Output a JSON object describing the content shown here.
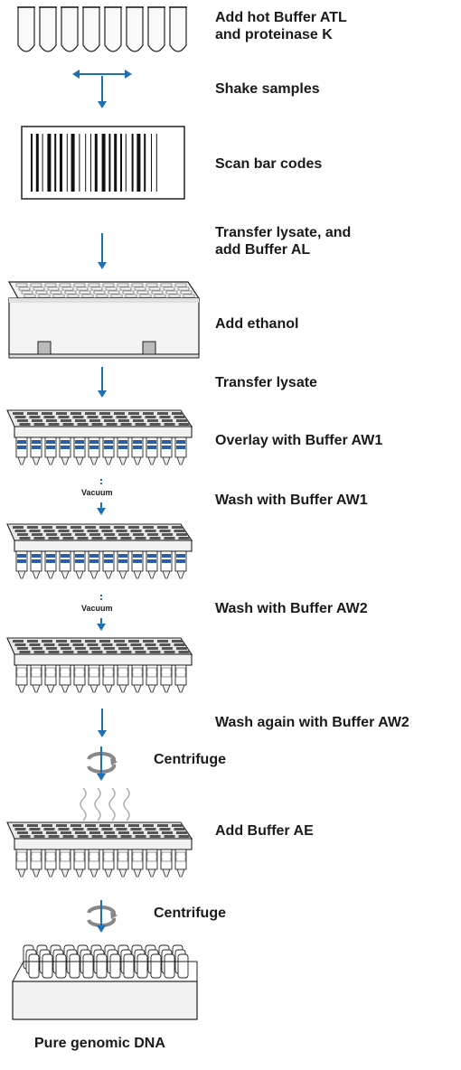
{
  "steps": [
    "Add hot Buffer ATL\nand proteinase K",
    "Shake samples",
    "Scan bar codes",
    "Transfer lysate, and\nadd Buffer AL",
    "Add ethanol",
    "Transfer lysate",
    "Overlay with Buffer AW1",
    "Wash with Buffer AW1",
    "Wash with Buffer AW2",
    "Wash again with Buffer AW2",
    "Add Buffer AE"
  ],
  "centrifuge_label": "Centrifuge",
  "vacuum_label": "Vacuum",
  "final_label": "Pure genomic DNA",
  "colors": {
    "arrow": "#1f6fb5",
    "buffer": "#2a5fa8",
    "outline": "#222222"
  }
}
